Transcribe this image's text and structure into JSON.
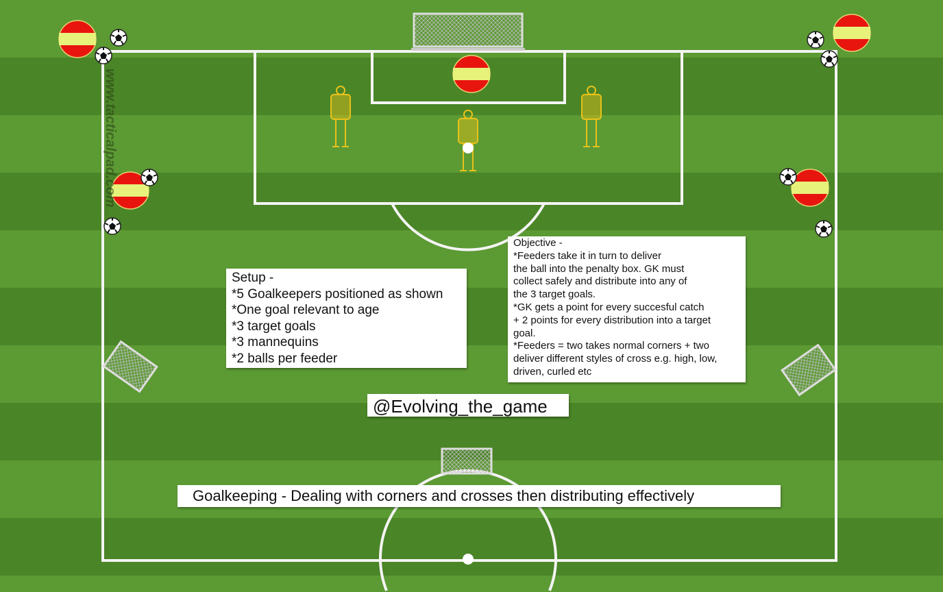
{
  "title": "Goalkeeping - Dealing with corners and crosses then distributing effectively",
  "handle": "@Evolving_the_game",
  "watermark": "www.tacticalpad.com",
  "setup": {
    "heading": "Setup -",
    "lines": [
      "*5 Goalkeepers positioned as shown",
      "*One goal relevant to age",
      "*3 target goals",
      "*3 mannequins",
      "*2 balls per feeder"
    ]
  },
  "objective": {
    "heading": "Objective -",
    "lines": [
      "*Feeders take it in turn to deliver",
      "the ball into the penalty box. GK must",
      "collect safely and distribute into any of",
      "the 3 target goals.",
      "*GK gets a point for every succesful catch",
      "+ 2 points for every distribution into a target",
      "goal.",
      "*Feeders = two takes normal corners + two",
      "deliver different styles of cross e.g. high, low,",
      "driven, curled etc"
    ]
  },
  "colors": {
    "grass_light": "#5c9a34",
    "grass_dark": "#4a8527",
    "marker_red": "#e8150f",
    "marker_yellow": "#e6f27a",
    "mannequin": "#e8c21a"
  }
}
